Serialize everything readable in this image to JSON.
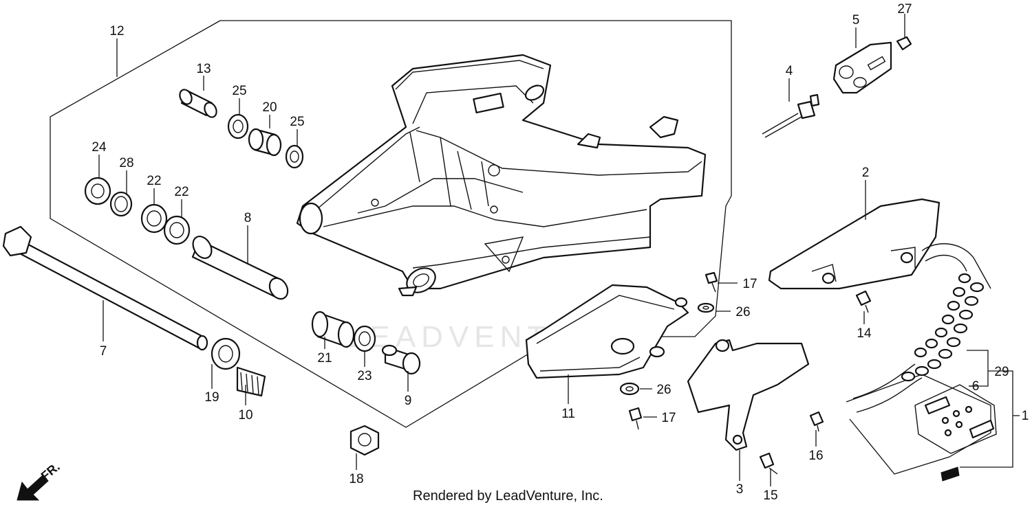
{
  "credit": "Rendered by LeadVenture, Inc.",
  "watermark": "LEADVENTURE",
  "direction_marker": "FR.",
  "part_labels": [
    "12",
    "13",
    "25",
    "20",
    "25",
    "24",
    "28",
    "22",
    "22",
    "8",
    "7",
    "19",
    "10",
    "21",
    "23",
    "9",
    "18",
    "11",
    "17",
    "26",
    "26",
    "17",
    "3",
    "15",
    "16",
    "14",
    "2",
    "4",
    "5",
    "27",
    "6",
    "29",
    "1"
  ]
}
